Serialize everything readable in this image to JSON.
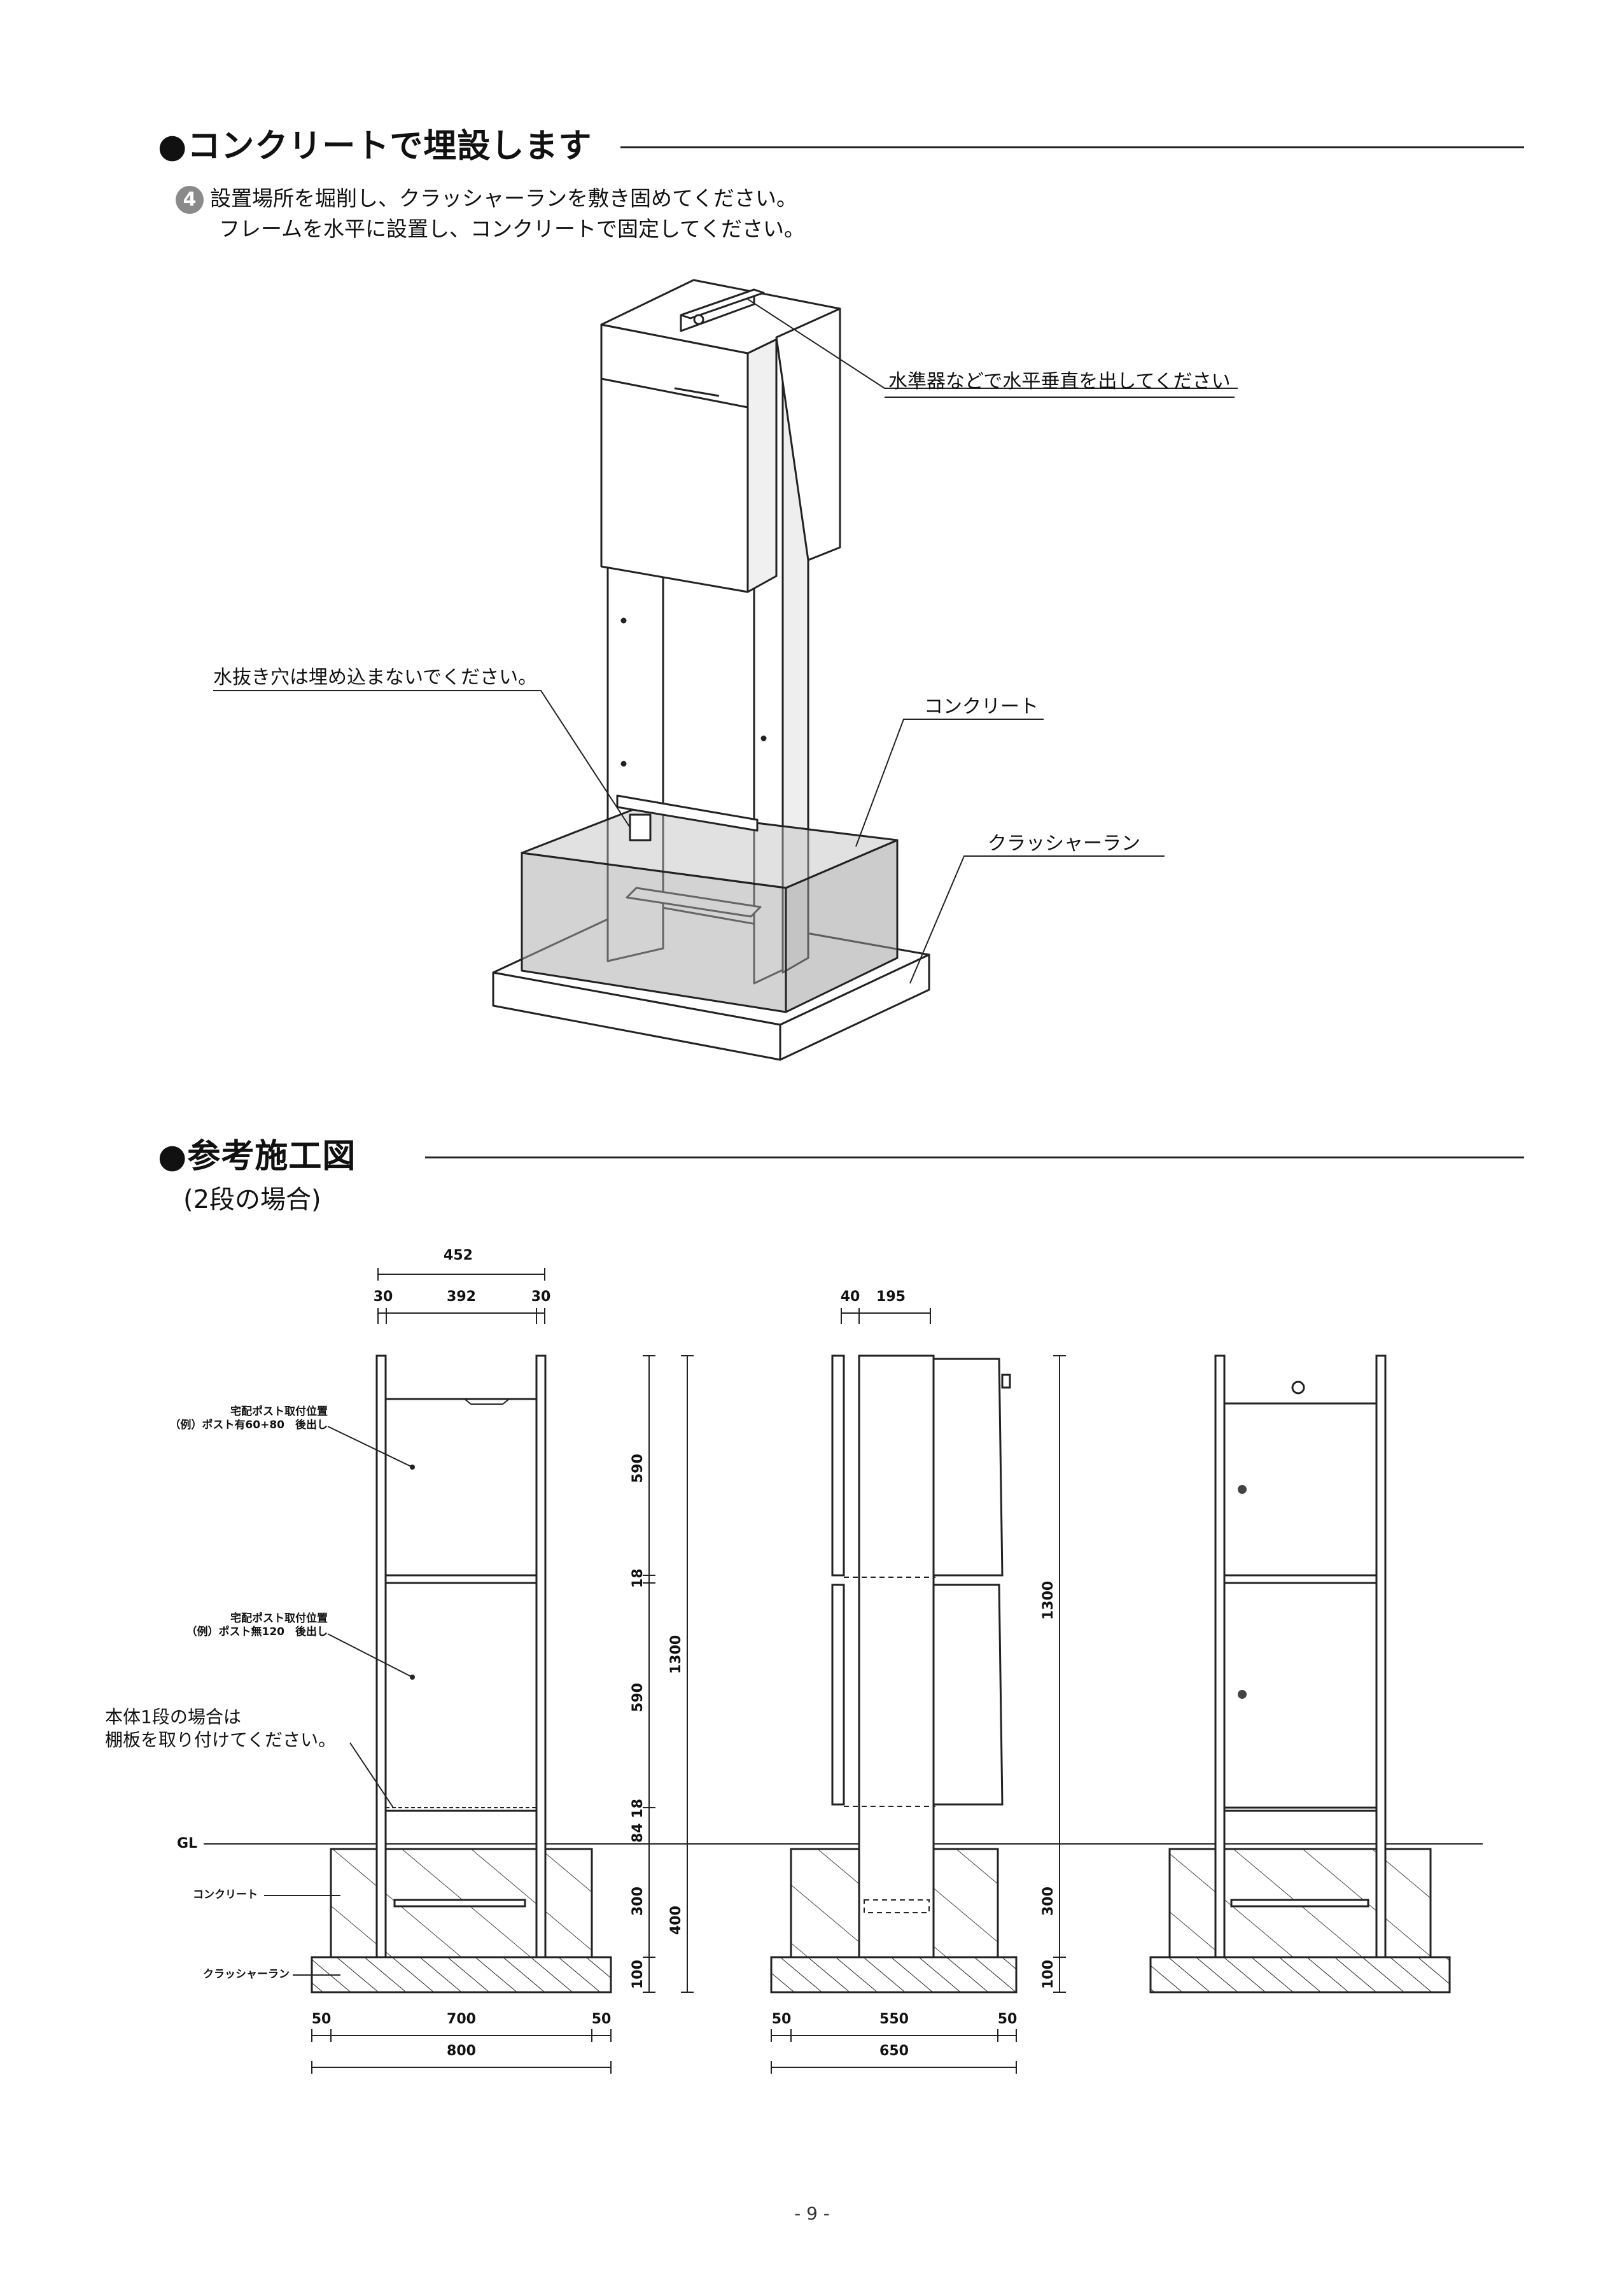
{
  "section1": {
    "heading": "●コンクリートで埋設します",
    "step_number": "4",
    "step_line1": "設置場所を堀削し、クラッシャーランを敷き固めてください。",
    "step_line2": "フレームを水平に設置し、コンクリートで固定してください。"
  },
  "callouts": {
    "level": "水準器などで水平垂直を出してください",
    "drain": "水抜き穴は埋め込まないでください。",
    "concrete": "コンクリート",
    "crusher": "クラッシャーラン"
  },
  "section2": {
    "heading": "●参考施工図",
    "subtitle": "(2段の場合)"
  },
  "drawing": {
    "front_dims": {
      "total_width": "452",
      "left": "30",
      "center": "392",
      "right": "30"
    },
    "side_dims": {
      "a": "40",
      "b": "195"
    },
    "mount_upper_line1": "宅配ポスト取付位置",
    "mount_upper_line2": "（例）ポスト有60+80　後出し",
    "mount_lower_line1": "宅配ポスト取付位置",
    "mount_lower_line2": "（例）ポスト無120　後出し",
    "note_line1": "本体1段の場合は",
    "note_line2": "棚板を取り付けてください。",
    "gl": "GL",
    "concrete_label": "コンクリート",
    "crusher_label": "クラッシャーラン",
    "vdims": {
      "d590a": "590",
      "d18a": "18",
      "d590b": "590",
      "d84_18": "84 18",
      "d300": "300",
      "d100": "100",
      "d1300": "1300",
      "d400": "400",
      "d1300b": "1300",
      "d300b": "300",
      "d100b": "100"
    },
    "base_front": {
      "left": "50",
      "center": "700",
      "right": "50",
      "total": "800"
    },
    "base_side": {
      "left": "50",
      "center": "550",
      "right": "50",
      "total": "650"
    }
  },
  "page_number": "- 9 -"
}
